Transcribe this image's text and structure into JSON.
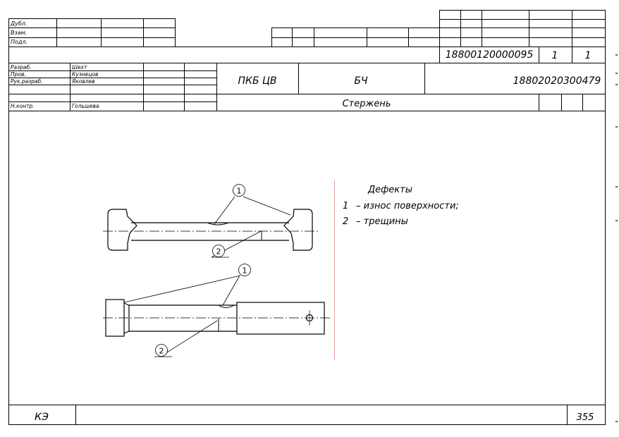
{
  "title_block": {
    "doc_number_top": "18800120000095",
    "sheet": "1",
    "sheets": "1",
    "org": "ПКБ ЦВ",
    "code": "БЧ",
    "doc_number": "18802020300479",
    "part_name": "Стержень",
    "left_rows": [
      "Дубл.",
      "Взам.",
      "Подл."
    ],
    "roles": [
      {
        "role": "Разраб.",
        "name": "Шехт"
      },
      {
        "role": "Пров.",
        "name": "Кузнецов"
      },
      {
        "role": "Рук.разраб.",
        "name": "Яковлев"
      },
      {
        "role": "",
        "name": ""
      },
      {
        "role": "Н.контр.",
        "name": "Гольшева"
      }
    ]
  },
  "bottom": {
    "left": "КЭ",
    "right": "355"
  },
  "legend": {
    "title": "Дефекты",
    "items": [
      {
        "num": "1",
        "text": "–  износ поверхности;"
      },
      {
        "num": "2",
        "text": "–  трещины"
      }
    ]
  },
  "callouts": [
    {
      "id": "top-1",
      "label": "1"
    },
    {
      "id": "top-2",
      "label": "2"
    },
    {
      "id": "bottom-1",
      "label": "1"
    },
    {
      "id": "bottom-2",
      "label": "2"
    }
  ],
  "colors": {
    "line": "#000000",
    "axis": "#000000",
    "separator": "#e8a0a0"
  }
}
